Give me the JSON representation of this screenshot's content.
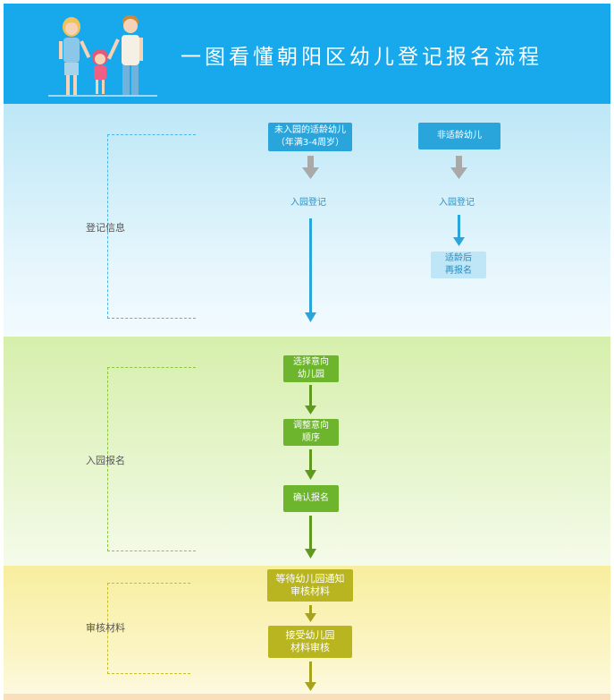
{
  "header": {
    "title": "一图看懂朝阳区幼儿登记报名流程"
  },
  "stages": [
    {
      "label": "登记信息"
    },
    {
      "label": "入园报名"
    },
    {
      "label": "审核材料"
    }
  ],
  "left_path": {
    "top_box": {
      "line1": "未入园的适龄幼儿",
      "line2": "（年满3-4周岁）"
    },
    "register_text": "入园登记"
  },
  "right_path": {
    "top_box": {
      "line1": "非适龄幼儿"
    },
    "register_text": "入园登记",
    "result_box": {
      "line1": "适龄后",
      "line2": "再报名"
    }
  },
  "enroll_steps": [
    {
      "line1": "选择意向",
      "line2": "幼儿园"
    },
    {
      "line1": "调整意向",
      "line2": "顺序"
    },
    {
      "line1": "确认报名",
      "line2": ""
    }
  ],
  "review_steps": [
    {
      "line1": "等待幼儿园通知",
      "line2": "审核材料"
    },
    {
      "line1": "接受幼儿园",
      "line2": "材料审核"
    }
  ],
  "colors": {
    "header": "#17a9ec",
    "stage_blue": "#2aa5dc",
    "stage_green": "#6cb52c",
    "stage_yellow": "#b9b521",
    "arrow_gray": "#a9a9a9"
  }
}
